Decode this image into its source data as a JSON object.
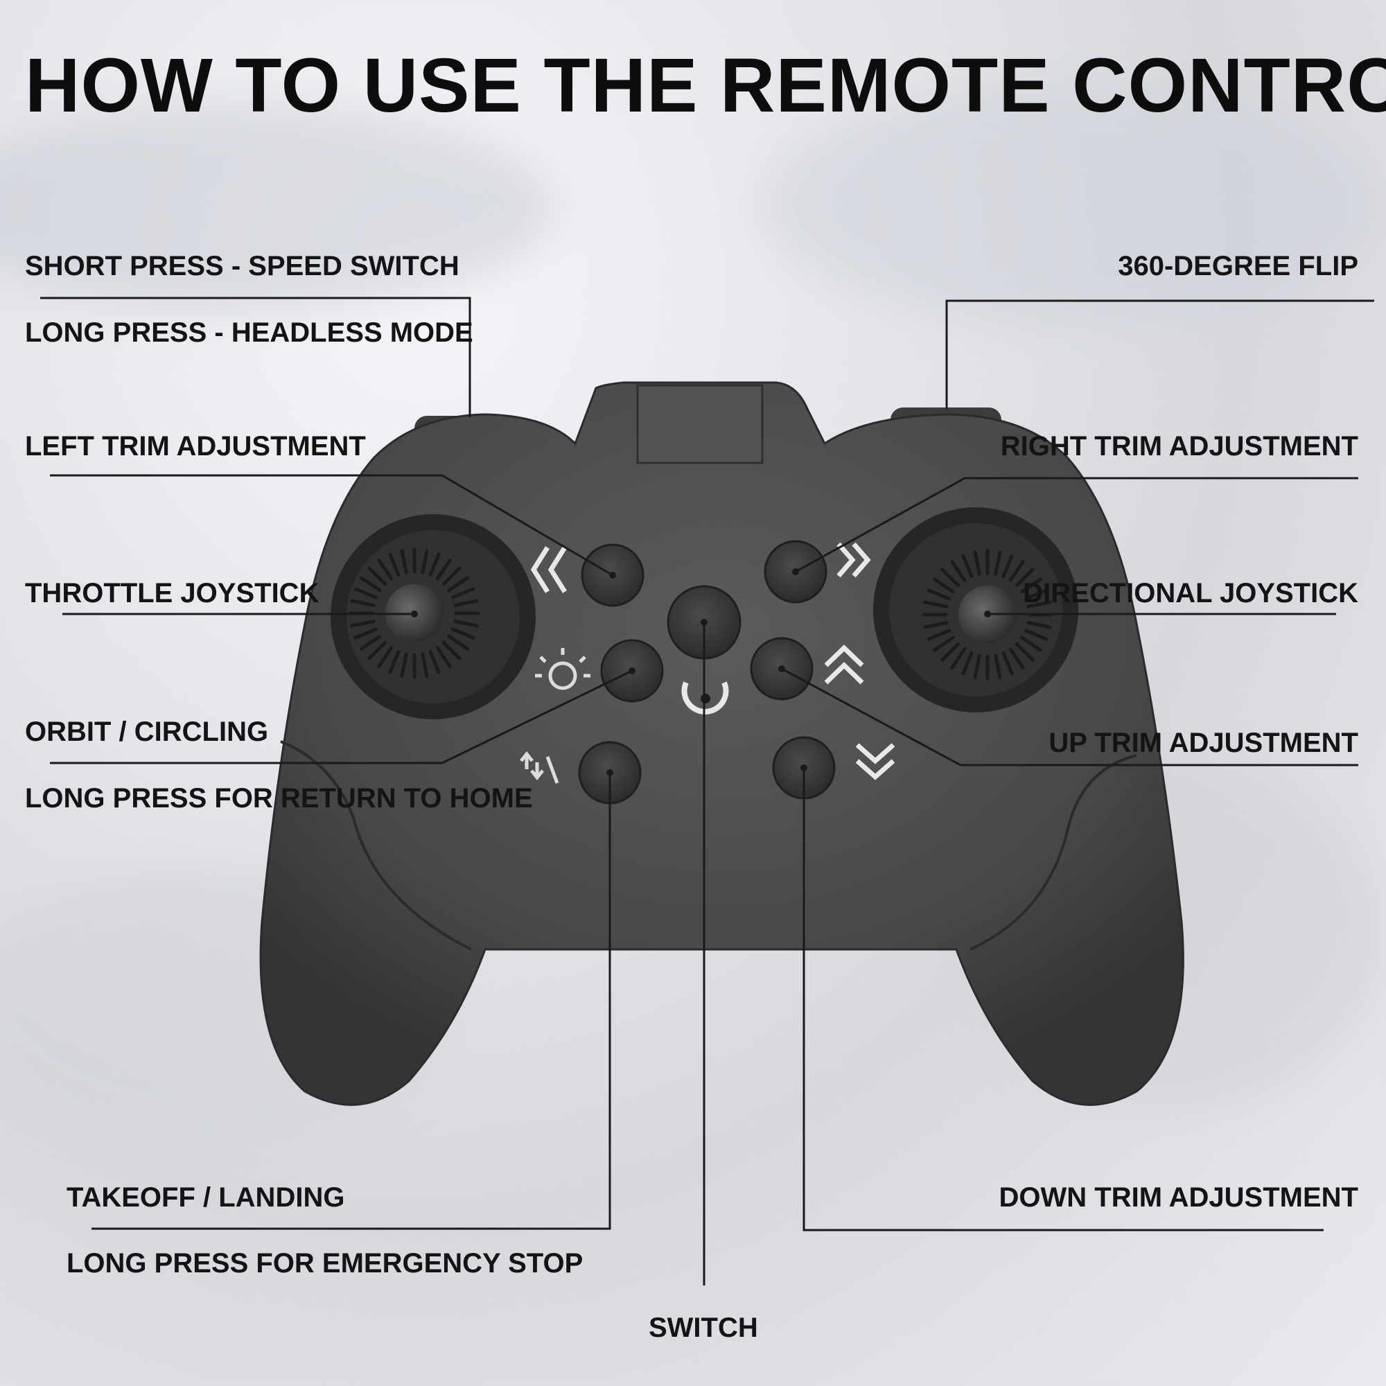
{
  "title": "HOW TO USE THE REMOTE CONTROL",
  "labels": {
    "short_press": "SHORT PRESS - SPEED SWITCH",
    "long_press_headless": "LONG PRESS - HEADLESS MODE",
    "flip": "360-DEGREE FLIP",
    "left_trim": "LEFT TRIM ADJUSTMENT",
    "right_trim": "RIGHT TRIM ADJUSTMENT",
    "throttle": "THROTTLE JOYSTICK",
    "directional": "DIRECTIONAL JOYSTICK",
    "orbit": "ORBIT / CIRCLING",
    "return_home": "LONG PRESS FOR RETURN TO HOME",
    "up_trim": "UP TRIM ADJUSTMENT",
    "takeoff": "TAKEOFF / LANDING",
    "emergency": "LONG PRESS FOR EMERGENCY STOP",
    "down_trim": "DOWN TRIM ADJUSTMENT",
    "switch": "SWITCH"
  },
  "colors": {
    "controller_body": "#4a4b4d",
    "button": "#3a3a3b",
    "leader_line": "#1a1a1a",
    "text": "#141414"
  }
}
